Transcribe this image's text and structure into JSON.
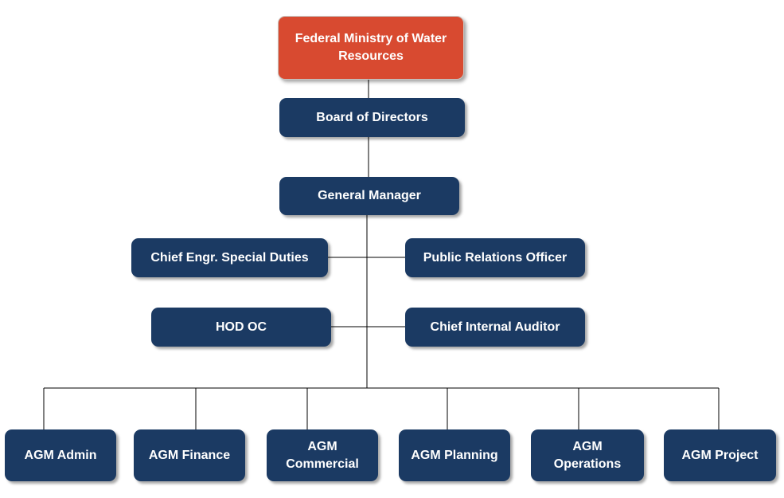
{
  "colors": {
    "top_box": "#d84a30",
    "node_box": "#1b3a63",
    "text": "#ffffff",
    "connector": "#000000"
  },
  "ministry": {
    "line1": "Federal Ministry of Water",
    "line2": "Resources"
  },
  "board": "Board of Directors",
  "general_manager": "General Manager",
  "chief_engr": "Chief Engr. Special Duties",
  "pro": "Public Relations Officer",
  "hod_oc": "HOD OC",
  "chief_auditor": "Chief Internal Auditor",
  "agms": {
    "admin": "AGM Admin",
    "finance": "AGM Finance",
    "commercial": {
      "line1": "AGM",
      "line2": "Commercial"
    },
    "planning": "AGM Planning",
    "operations": {
      "line1": "AGM",
      "line2": "Operations"
    },
    "project": "AGM Project"
  }
}
